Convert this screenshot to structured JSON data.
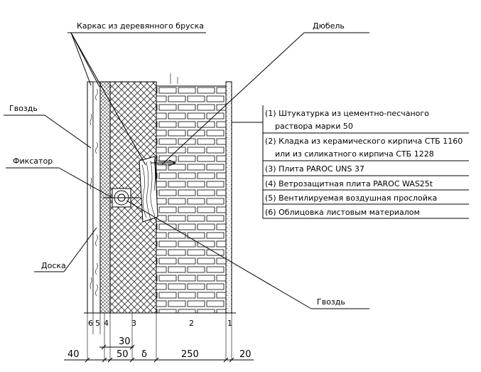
{
  "labels": {
    "frame": "Каркас из деревянного бруска",
    "dowel": "Дюбель",
    "nail_top": "Гвоздь",
    "fixator": "Фиксатор",
    "board": "Доска",
    "nail_bottom": "Гвоздь"
  },
  "legend": [
    "(1) Штукатурка из цементно-песчаного",
    "раствора марки 50",
    "(2) Кладка из керамического кирпича СТБ 1160",
    "или из силикатного кирпича СТБ 1228",
    "(3) Плита PAROC UNS 37",
    "(4) Ветрозащитная плита PAROC WAS25t",
    "(5) Вентилируемая воздушная прослойка",
    "(6) Облицовка листовым материалом"
  ],
  "layer_numbers": [
    "6",
    "5",
    "4",
    "3",
    "2",
    "1"
  ],
  "dimensions": {
    "d40": "40",
    "d30": "30",
    "d50": "50",
    "delta": "δ",
    "d250": "250",
    "d20": "20"
  }
}
